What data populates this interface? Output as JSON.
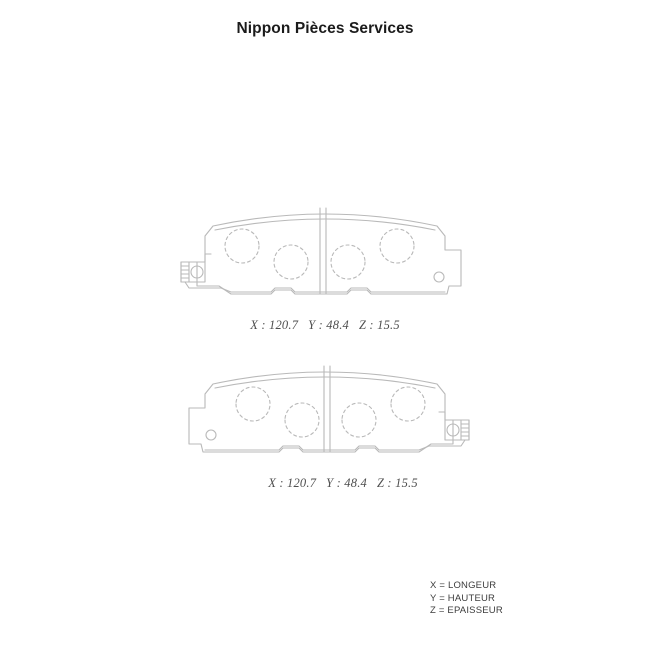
{
  "document": {
    "brand_title": "Nippon Pièces Services",
    "background_color": "#ffffff",
    "outline_color": "#b9b9b9",
    "text_color": "#1b1b1b"
  },
  "figures": [
    {
      "id": "brake-pad-left",
      "orientation": "sensor-left",
      "dimension_label": "X : 120.7   Y : 48.4   Z : 15.5",
      "dimensions": {
        "X": "120.7",
        "Y": "48.4",
        "Z": "15.5"
      }
    },
    {
      "id": "brake-pad-right",
      "orientation": "sensor-right",
      "dimension_label": "X : 120.7   Y : 48.4   Z : 15.5",
      "dimensions": {
        "X": "120.7",
        "Y": "48.4",
        "Z": "15.5"
      }
    }
  ],
  "legend": {
    "rows": [
      "X = LONGEUR",
      "Y = HAUTEUR",
      "Z = EPAISSEUR"
    ]
  }
}
